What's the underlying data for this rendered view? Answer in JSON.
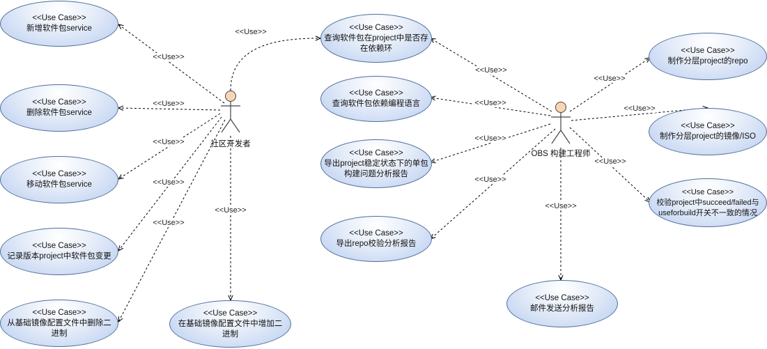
{
  "diagram": {
    "stereotype": "<<Use Case>>",
    "link_label": "<<Use>>",
    "actors": [
      {
        "id": "dev",
        "name": "社区开发者"
      },
      {
        "id": "obs",
        "name": "OBS 构建工程师"
      }
    ],
    "use_cases": [
      {
        "id": "uc1",
        "name": "新增软件包service"
      },
      {
        "id": "uc2",
        "name": "删除软件包service"
      },
      {
        "id": "uc3",
        "name": "移动软件包service"
      },
      {
        "id": "uc4",
        "name": "记录版本project中软件包变更"
      },
      {
        "id": "uc5",
        "name": "从基础镜像配置文件中删除二\n进制"
      },
      {
        "id": "uc6",
        "name": "在基础镜像配置文件中增加二\n进制"
      },
      {
        "id": "uc7",
        "name": "查询软件包在project中是否存\n在依赖环"
      },
      {
        "id": "uc8",
        "name": "查询软件包依赖编程语言"
      },
      {
        "id": "uc9",
        "name": "导出project稳定状态下的单包\n构建问题分析报告"
      },
      {
        "id": "uc10",
        "name": "导出repo校验分析报告"
      },
      {
        "id": "uc11",
        "name": "制作分层project的repo"
      },
      {
        "id": "uc12",
        "name": "制作分层project的镜像/ISO"
      },
      {
        "id": "uc13",
        "name": "校验project中succeed/failed与\nuseforbuild开关不一致的情况"
      },
      {
        "id": "uc14",
        "name": "邮件发送分析报告"
      }
    ]
  },
  "colors": {
    "use_case_border": "#4e6f98",
    "use_case_fill_top": "#ffffff",
    "use_case_fill_bottom": "#b9cdf0",
    "actor_head": "#f8d5b5",
    "line": "#000000"
  }
}
